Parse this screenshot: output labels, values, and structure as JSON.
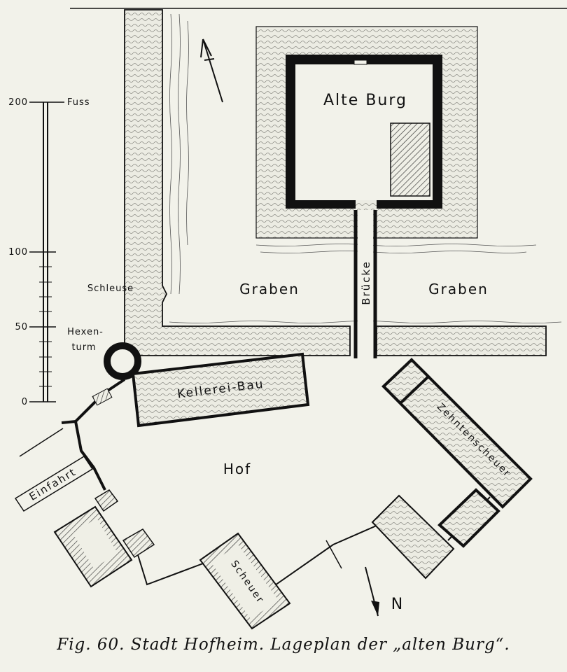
{
  "labels": {
    "alte_burg": "Alte Burg",
    "graben_left": "Graben",
    "graben_right": "Graben",
    "bruecke": "Brücke",
    "schleuse": "Schleuse",
    "hexenturm_1": "Hexen-",
    "hexenturm_2": "turm",
    "kellerei_bau": "Kellerei-Bau",
    "hof": "Hof",
    "einfahrt": "Einfahrt",
    "zehntenscheuer": "Zehntenscheuer",
    "scheuer": "Scheuer",
    "north": "N"
  },
  "scale": {
    "unit": "Fuss",
    "ticks": [
      "0",
      "50",
      "100",
      "200"
    ]
  },
  "caption": "Fig. 60. Stadt Hofheim. Lageplan der „alten Burg“.",
  "colors": {
    "ink": "#111111",
    "paper": "#f2f2ea",
    "stipple": "#d9d9cf"
  }
}
